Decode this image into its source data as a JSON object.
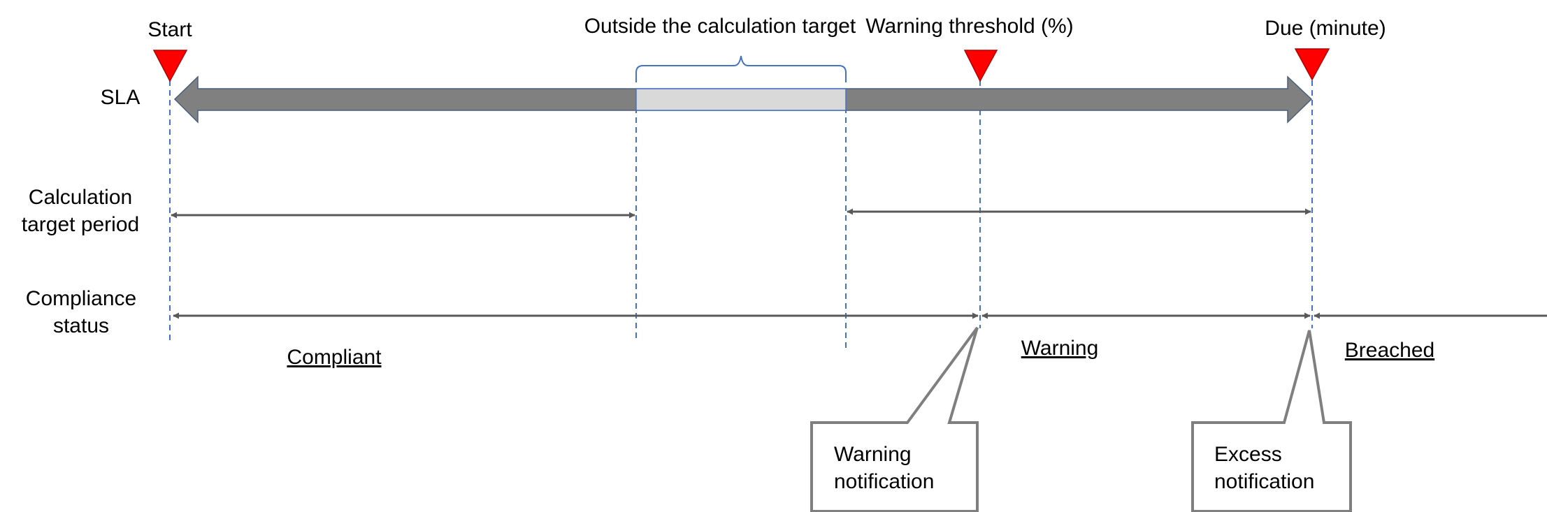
{
  "markers": {
    "start": "Start",
    "outside": "Outside the calculation target",
    "warning_threshold": "Warning threshold (%)",
    "due": "Due (minute)"
  },
  "rows": {
    "sla": "SLA",
    "calc_line1": "Calculation",
    "calc_line2": "target period",
    "comp_line1": "Compliance",
    "comp_line2": "status"
  },
  "statuses": {
    "compliant": "Compliant",
    "warning": "Warning",
    "breached": "Breached"
  },
  "callouts": {
    "warning_line1": "Warning",
    "warning_line2": "notification",
    "excess_line1": "Excess",
    "excess_line2": "notification"
  },
  "colors": {
    "marker": "#ff0000",
    "sla_bar": "#808080",
    "excluded_segment": "#d9d9d9",
    "guide_line": "#4472c4",
    "arrow": "#595959",
    "callout_border": "#7f7f7f"
  }
}
